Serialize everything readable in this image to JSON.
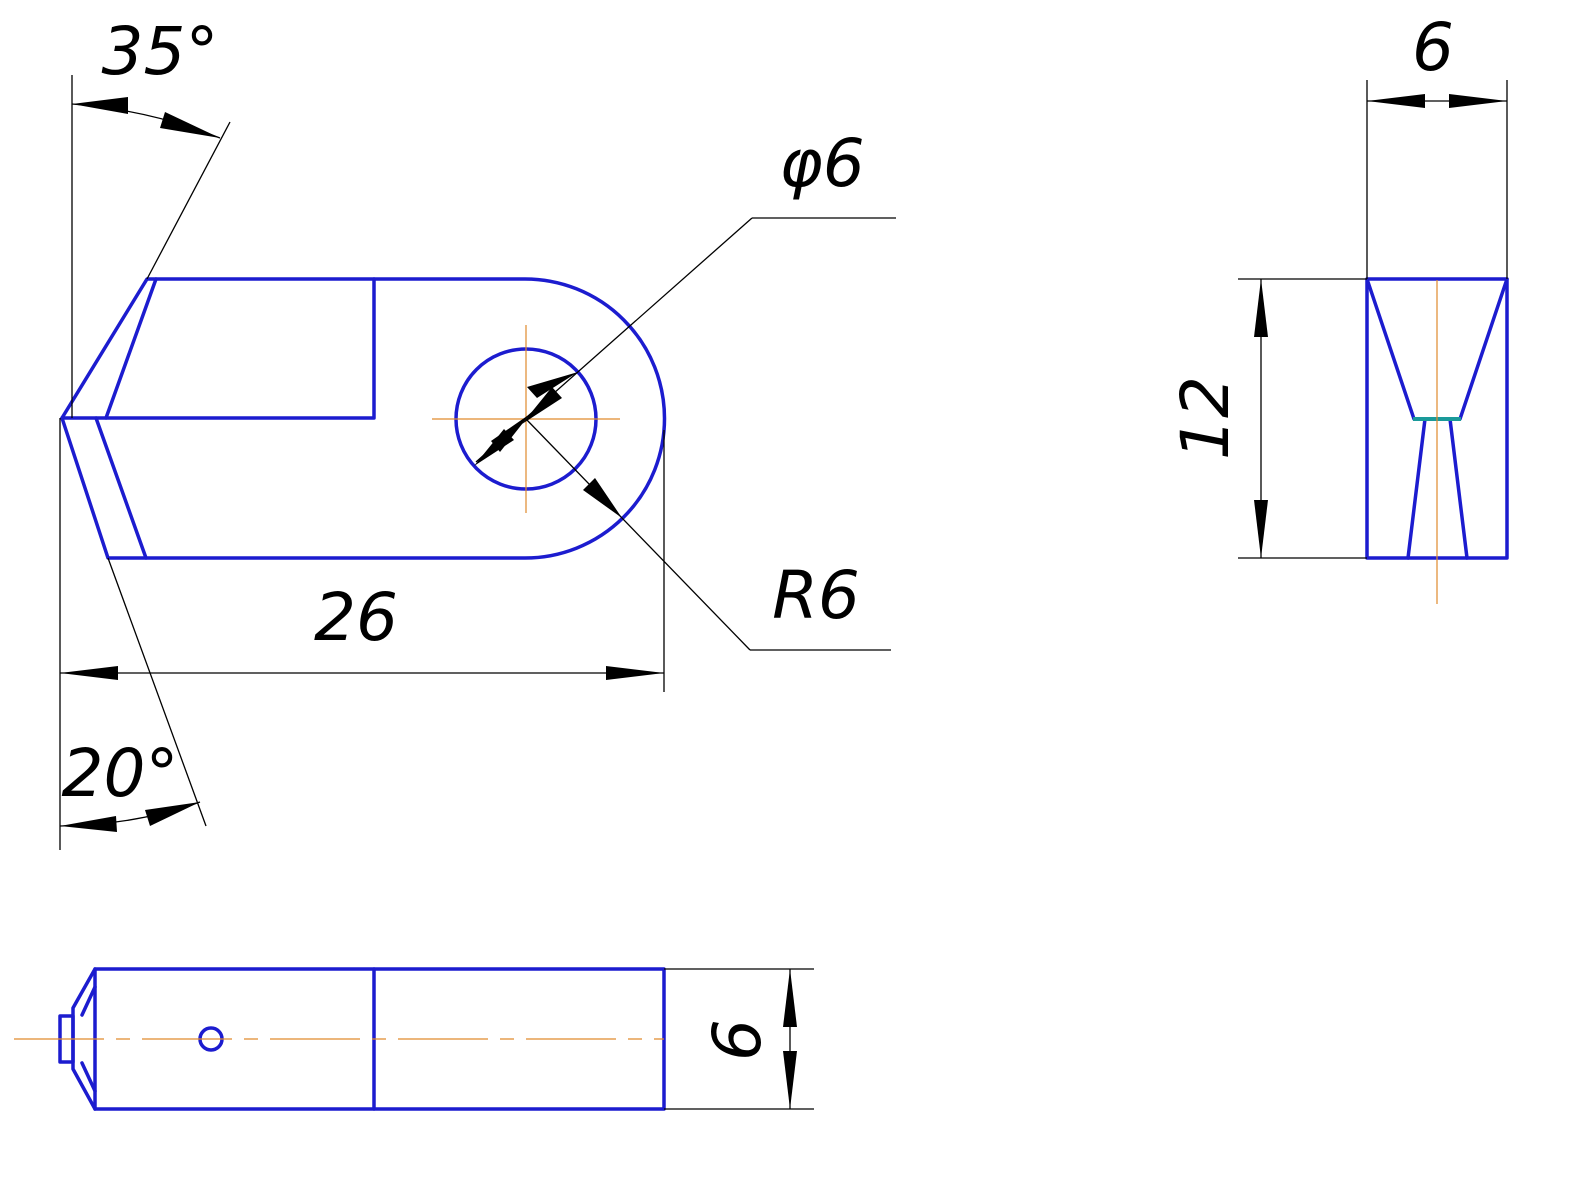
{
  "front_view": {
    "top_angle": "35°",
    "bottom_angle": "20°",
    "overall_length": "26",
    "hole_diameter": "φ6",
    "end_radius": "R6"
  },
  "side_view": {
    "width": "6",
    "height": "12"
  },
  "top_view": {
    "thickness": "6"
  },
  "colors": {
    "part_outline": "#1c1ccf",
    "dimension_lines": "#000000",
    "center_lines": "#e08a2c",
    "highlight_edge": "#1a9a9a"
  }
}
